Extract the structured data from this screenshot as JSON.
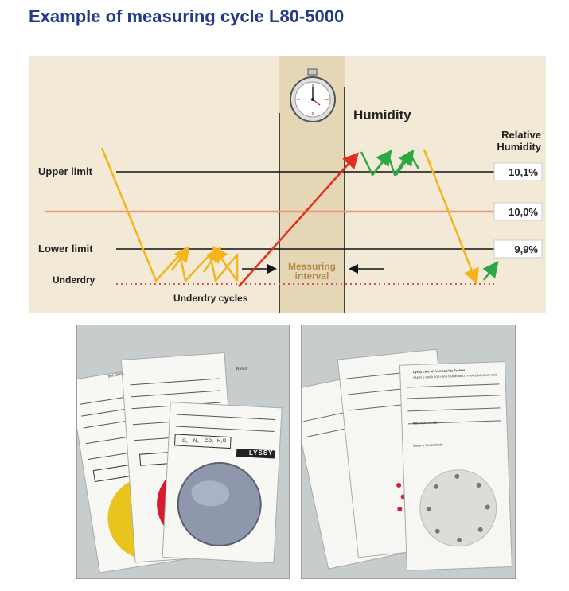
{
  "page_title": "Example of measuring cycle L80-5000",
  "diagram": {
    "background_color": "#f2ead6",
    "interval_band_color": "#e5d7b5",
    "humidity_label": "Humidity",
    "relative_humidity_label_line1": "Relative",
    "relative_humidity_label_line2": "Humidity",
    "upper_limit_label": "Upper limit",
    "lower_limit_label": "Lower limit",
    "underdry_label": "Underdry",
    "underdry_cycles_label": "Underdry cycles",
    "measuring_interval_line1": "Measuring",
    "measuring_interval_line2": "interval",
    "value_upper": "10,1%",
    "value_target": "10,0%",
    "value_lower": "9,9%",
    "colors": {
      "orange_path": "#f4b41a",
      "red_arrow": "#e52d1c",
      "green_arrow": "#2ea844",
      "target_line": "#f0947e",
      "underdry_dots": "#e05050",
      "interval_text": "#b88a48"
    },
    "stopwatch_icon": "stopwatch-icon"
  },
  "photos": {
    "left": {
      "description_icon": "sample-cards-icon",
      "brand": "LYSSY",
      "card_header": "Type 3001",
      "card_field": "Result",
      "gas_labels": [
        "O₂",
        "N₂",
        "CO₂",
        "H₂O"
      ],
      "disc_colors": [
        "#e8c51e",
        "#d81c2c",
        "#8e97ac"
      ]
    },
    "right": {
      "description_icon": "sample-cards-white-icon",
      "card_heading": "Lyssy Line of Permeability Testers",
      "card_subheading": "SAMPLE CARD FOR HIGH PERMEABILITY MATERIALS L80-5000",
      "instructions_label": "INSTRUCTIONS:",
      "made_in": "Made in Switzerland"
    }
  }
}
